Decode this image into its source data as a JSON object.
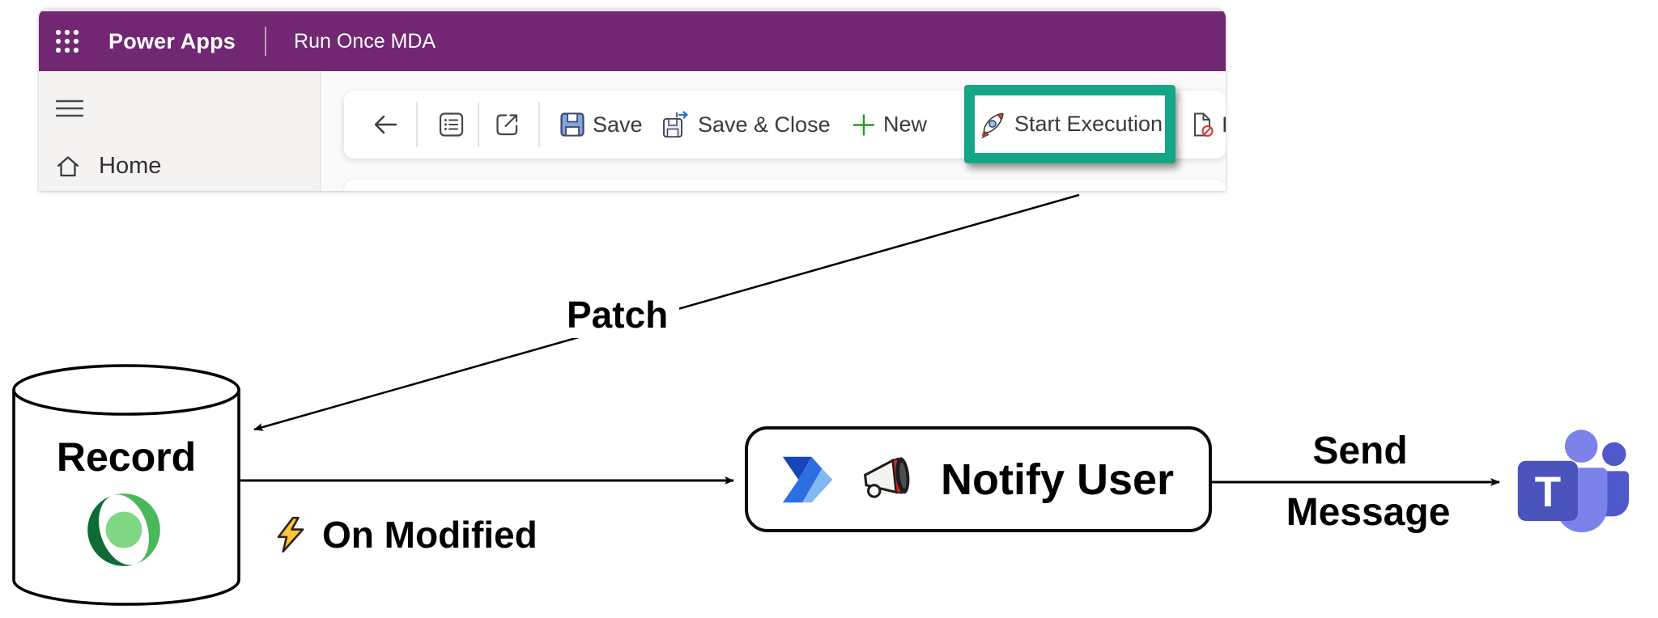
{
  "header": {
    "brand": "Power Apps",
    "app_name": "Run Once MDA"
  },
  "sidebar": {
    "home_label": "Home"
  },
  "toolbar": {
    "save_label": "Save",
    "save_and_close_label": "Save & Close",
    "new_label": "New",
    "start_execution_label": "Start Execution",
    "deactivate_partial_label": "I"
  },
  "diagram": {
    "patch_label": "Patch",
    "record_label": "Record",
    "on_modified_label": "On Modified",
    "notify_user_label": "Notify User",
    "send_label_line1": "Send",
    "send_label_line2": "Message",
    "teams_letter": "T"
  },
  "colors": {
    "header_purple": "#722772",
    "highlight_teal": "#15a686",
    "diagram_line": "#000000",
    "save_blue": "#7ea8e0",
    "new_green": "#107c10",
    "pa_dark_blue": "#1545b8",
    "pa_mid_blue": "#2d6fe3",
    "pa_light_blue": "#83b9f3",
    "dataverse_dark_green": "#0e6b34",
    "dataverse_mid_green": "#49b85a",
    "dataverse_light_green": "#7fd683",
    "teams_light_purple": "#7b83eb",
    "teams_dark_purple": "#5059c9",
    "teams_square_purple": "#4b53bc"
  }
}
